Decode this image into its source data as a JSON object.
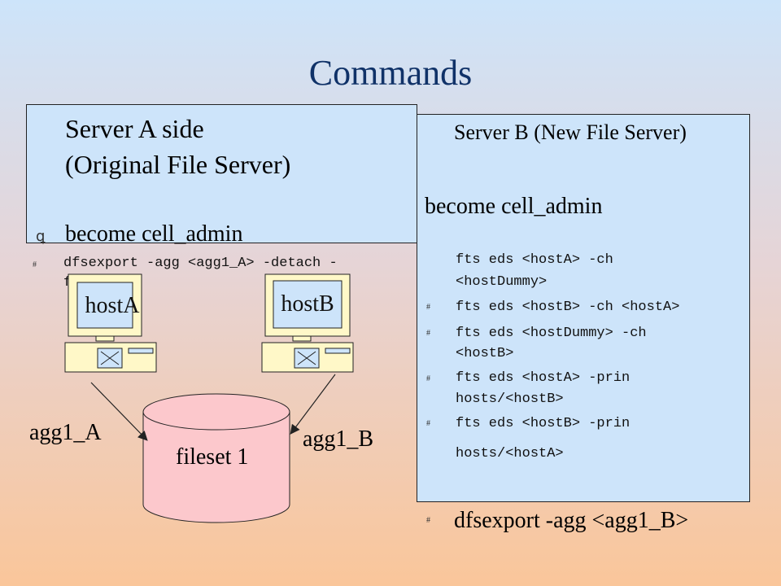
{
  "slide": {
    "title": "Commands"
  },
  "server_a": {
    "heading_line1": "Server A side",
    "heading_line2": "(Original File Server)",
    "bullet_symbol": "ꝗ",
    "step1": "become cell_admin",
    "step2_line1": "dfsexport -agg <agg1_A> -detach -",
    "step2_line2": "f"
  },
  "server_b": {
    "heading": "Server B (New File Server)",
    "step1": "become cell_admin",
    "cmd1_line1": "fts eds <hostA> -ch",
    "cmd1_line2": "<hostDummy>",
    "cmd2": "fts eds <hostB> -ch <hostA>",
    "cmd3_line1": "fts eds <hostDummy> -ch",
    "cmd3_line2": "<hostB>",
    "cmd4_line1": "fts eds <hostA> -prin",
    "cmd4_line2": "hosts/<hostB>",
    "cmd5_line1": "fts eds <hostB> -prin",
    "cmd5_line2": "hosts/<hostA>",
    "final": "dfsexport -agg <agg1_B>",
    "bullet_symbol": "#"
  },
  "diagram": {
    "host_a_label": "hostA",
    "host_b_label": "hostB",
    "fileset_label": "fileset 1",
    "agg_a_label": "agg1_A",
    "agg_b_label": "agg1_B"
  },
  "colors": {
    "title": "#103268",
    "box_fill": "#cde4fa",
    "monitor_fill": "#fff8c8",
    "screen_fill": "#cde4fa",
    "cylinder_fill": "#fcc8cc"
  }
}
